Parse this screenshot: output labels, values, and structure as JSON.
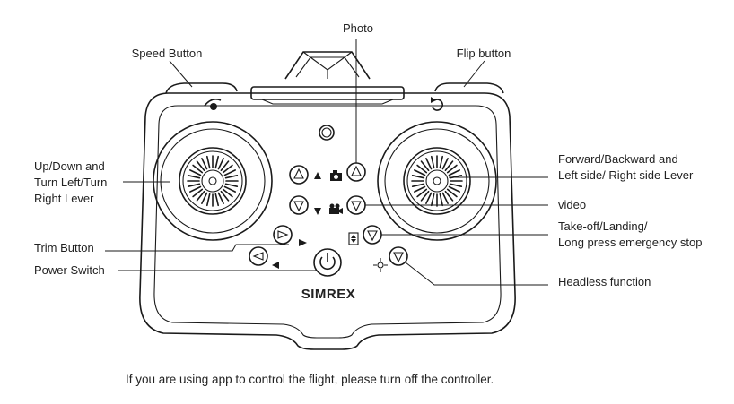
{
  "labels": {
    "photo": "Photo",
    "speed_button": "Speed Button",
    "flip_button": "Flip button",
    "left_lever_1": "Up/Down and",
    "left_lever_2": "Turn Left/Turn",
    "left_lever_3": "Right Lever",
    "right_lever_1": "Forward/Backward and",
    "right_lever_2": "Left side/ Right side Lever",
    "video": "video",
    "takeoff_1": "Take-off/Landing/",
    "takeoff_2": "Long press emergency stop",
    "trim_button": "Trim Button",
    "power_switch": "Power Switch",
    "headless": "Headless function"
  },
  "brand": "SIMREX",
  "footer_note": "If you are using app to control the flight, please turn off the controller."
}
